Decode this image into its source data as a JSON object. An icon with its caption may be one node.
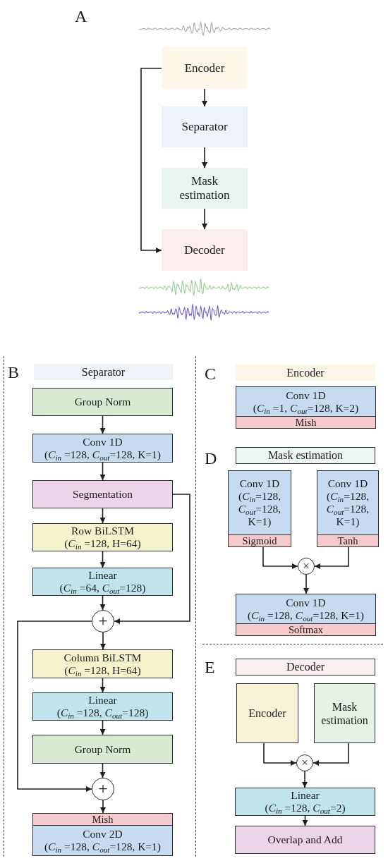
{
  "diagram": {
    "nodes": [
      {
        "text": [
          "Encoder"
        ]
      },
      {
        "text": [
          "Separator"
        ]
      },
      {
        "text": [
          "Mask estimation"
        ]
      },
      {
        "text": [
          "Decoder"
        ]
      },
      {
        "text": [
          "Separator"
        ]
      },
      {
        "text": [
          "Group Norm"
        ]
      },
      {
        "text": [
          "Conv 1D",
          "(*C*$_{in}$ =128, *C*$_{out}$=128, K=1)"
        ]
      },
      {
        "text": [
          "Segmentation"
        ]
      },
      {
        "text": [
          "Row BiLSTM",
          "(*C*$_{in}$ =128, H=64)"
        ]
      },
      {
        "text": [
          "Linear",
          "(*C*$_{in}$ =64, *C*$_{out}$=128)"
        ]
      },
      {
        "text": [
          "+"
        ]
      },
      {
        "text": [
          "Column BiLSTM",
          "(*C*$_{in}$ =128, H=64)"
        ]
      },
      {
        "text": [
          "Linear",
          "(*C*$_{in}$ =128, *C*$_{out}$=128)"
        ]
      },
      {
        "text": [
          "Group Norm"
        ]
      },
      {
        "text": [
          "+"
        ]
      },
      {
        "text": [
          "Mish"
        ]
      },
      {
        "text": [
          "Conv 2D",
          "(*C*$_{in}$ =128, *C*$_{out}$=128, K=1)"
        ]
      },
      {
        "text": [
          "Encoder"
        ]
      },
      {
        "text": [
          "Conv 1D",
          "(*C*$_{in}$ =1, *C*$_{out}$=128, K=2)"
        ]
      },
      {
        "text": [
          "Mish"
        ]
      },
      {
        "text": [
          "Mask estimation"
        ]
      },
      {
        "text": [
          "Conv 1D",
          "(*C*$_{in}$=128, *C*$_{out}$=128, K=1)"
        ]
      },
      {
        "text": [
          "Conv 1D",
          "(*C*$_{in}$=128, *C*$_{out}$=128, K=1)"
        ]
      },
      {
        "text": [
          "Sigmoid"
        ]
      },
      {
        "text": [
          "Tanh"
        ]
      },
      {
        "text": [
          "×"
        ]
      },
      {
        "text": [
          "Conv 1D",
          "(*C*$_{in}$ =128, *C*$_{out}$=128, K=1)"
        ]
      },
      {
        "text": [
          "Softmax"
        ]
      },
      {
        "text": [
          "Decoder"
        ]
      },
      {
        "text": [
          "Encoder"
        ]
      },
      {
        "text": [
          "Mask estimation"
        ]
      },
      {
        "text": [
          "×"
        ]
      },
      {
        "text": [
          "Linear",
          "(*C*$_{in}$ =128, *C*$_{out}$=2)"
        ]
      },
      {
        "text": [
          "Overlap and Add"
        ]
      }
    ],
    "edges": [
      {
        "from": 0,
        "to": 1,
        "arrow": "to"
      },
      {
        "from": 1,
        "to": 2,
        "arrow": "to"
      },
      {
        "from": 2,
        "to": 3,
        "arrow": "to"
      },
      {
        "from": 0,
        "to": 3,
        "arrow": "to"
      },
      {
        "from": 5,
        "to": 6,
        "arrow": "to"
      },
      {
        "from": 6,
        "to": 7,
        "arrow": "to"
      },
      {
        "from": 7,
        "to": 8,
        "arrow": "to"
      },
      {
        "from": 8,
        "to": 9,
        "arrow": "to"
      },
      {
        "from": 9,
        "to": 10,
        "arrow": "to"
      },
      {
        "from": 7,
        "to": 10,
        "arrow": "to"
      },
      {
        "from": 10,
        "to": 11,
        "arrow": "to"
      },
      {
        "from": 11,
        "to": 12,
        "arrow": "to"
      },
      {
        "from": 12,
        "to": 13,
        "arrow": "to"
      },
      {
        "from": 13,
        "to": 14,
        "arrow": "to"
      },
      {
        "from": 10,
        "to": 14,
        "arrow": "to"
      },
      {
        "from": 14,
        "to": 15,
        "arrow": "to"
      },
      {
        "from": 23,
        "to": 25,
        "arrow": "to"
      },
      {
        "from": 24,
        "to": 25,
        "arrow": "to"
      },
      {
        "from": 25,
        "to": 26,
        "arrow": "to"
      },
      {
        "from": 29,
        "to": 31,
        "arrow": "to"
      },
      {
        "from": 30,
        "to": 31,
        "arrow": "to"
      },
      {
        "from": 31,
        "to": 32,
        "arrow": "to"
      },
      {
        "from": 32,
        "to": 33,
        "arrow": "to"
      }
    ],
    "labels": [
      "A",
      "B",
      "C",
      "D",
      "E"
    ]
  }
}
